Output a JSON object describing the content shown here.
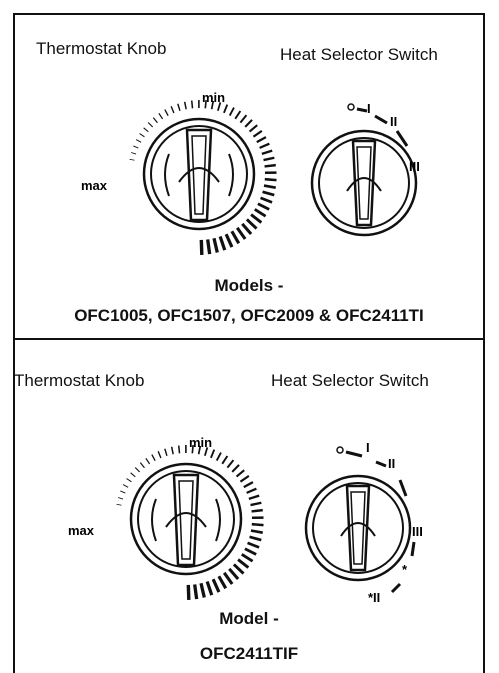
{
  "sections": [
    {
      "thermostat_label": "Thermostat Knob",
      "selector_label": "Heat Selector Switch",
      "dial_min": "min",
      "dial_max": "max",
      "selector_marks": [
        "o",
        "I",
        "II",
        "III"
      ],
      "caption_title": "Models -",
      "caption_models": "OFC1005, OFC1507, OFC2009 & OFC2411TI"
    },
    {
      "thermostat_label": "Thermostat Knob",
      "selector_label": "Heat Selector Switch",
      "dial_min": "min",
      "dial_max": "max",
      "selector_marks": [
        "o",
        "I",
        "II",
        "III",
        "*",
        "*II"
      ],
      "caption_title": "Model -",
      "caption_models": "OFC2411TIF"
    }
  ]
}
